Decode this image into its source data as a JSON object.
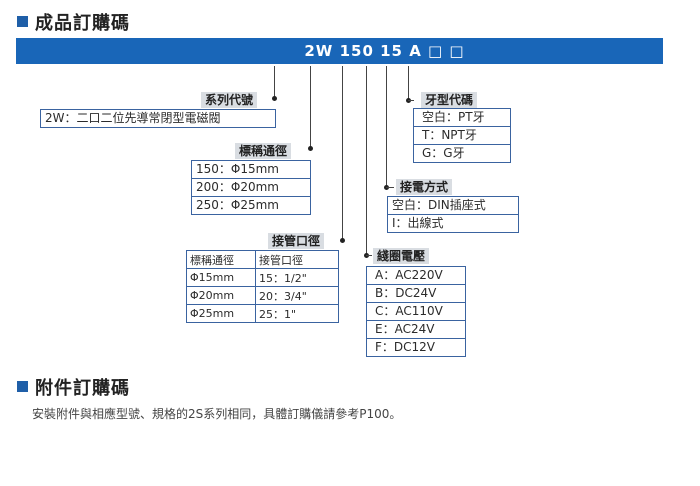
{
  "header": {
    "title": "成品訂購碼"
  },
  "code_bar": {
    "code": "2W 150 15 A □ □"
  },
  "series": {
    "label": "系列代號",
    "value": "2W：二口二位先導常閉型電磁閥"
  },
  "bore": {
    "label": "標稱通徑",
    "items": [
      "150：Φ15mm",
      "200：Φ20mm",
      "250：Φ25mm"
    ]
  },
  "port": {
    "label": "接管口徑",
    "headers": [
      "標稱通徑",
      "接管口徑"
    ],
    "rows": [
      [
        "Φ15mm",
        "15：1/2\""
      ],
      [
        "Φ20mm",
        "20：3/4\""
      ],
      [
        "Φ25mm",
        "25：1\""
      ]
    ]
  },
  "thread": {
    "label": "牙型代碼",
    "items": [
      "空白：PT牙",
      "T：NPT牙",
      "G：G牙"
    ]
  },
  "connection": {
    "label": "接電方式",
    "items": [
      "空白：DIN插座式",
      "I：出線式"
    ]
  },
  "coil": {
    "label": "綫圈電壓",
    "items": [
      "A：AC220V",
      "B：DC24V",
      "C：AC110V",
      "E：AC24V",
      "F：DC12V"
    ]
  },
  "accessory": {
    "title": "附件訂購碼",
    "note": "安裝附件與相應型號、規格的2S系列相同，具體訂購儀請參考P100。"
  },
  "colors": {
    "accent": "#1966b8",
    "border": "#3a63a0",
    "label_bg": "#d9dde2"
  }
}
